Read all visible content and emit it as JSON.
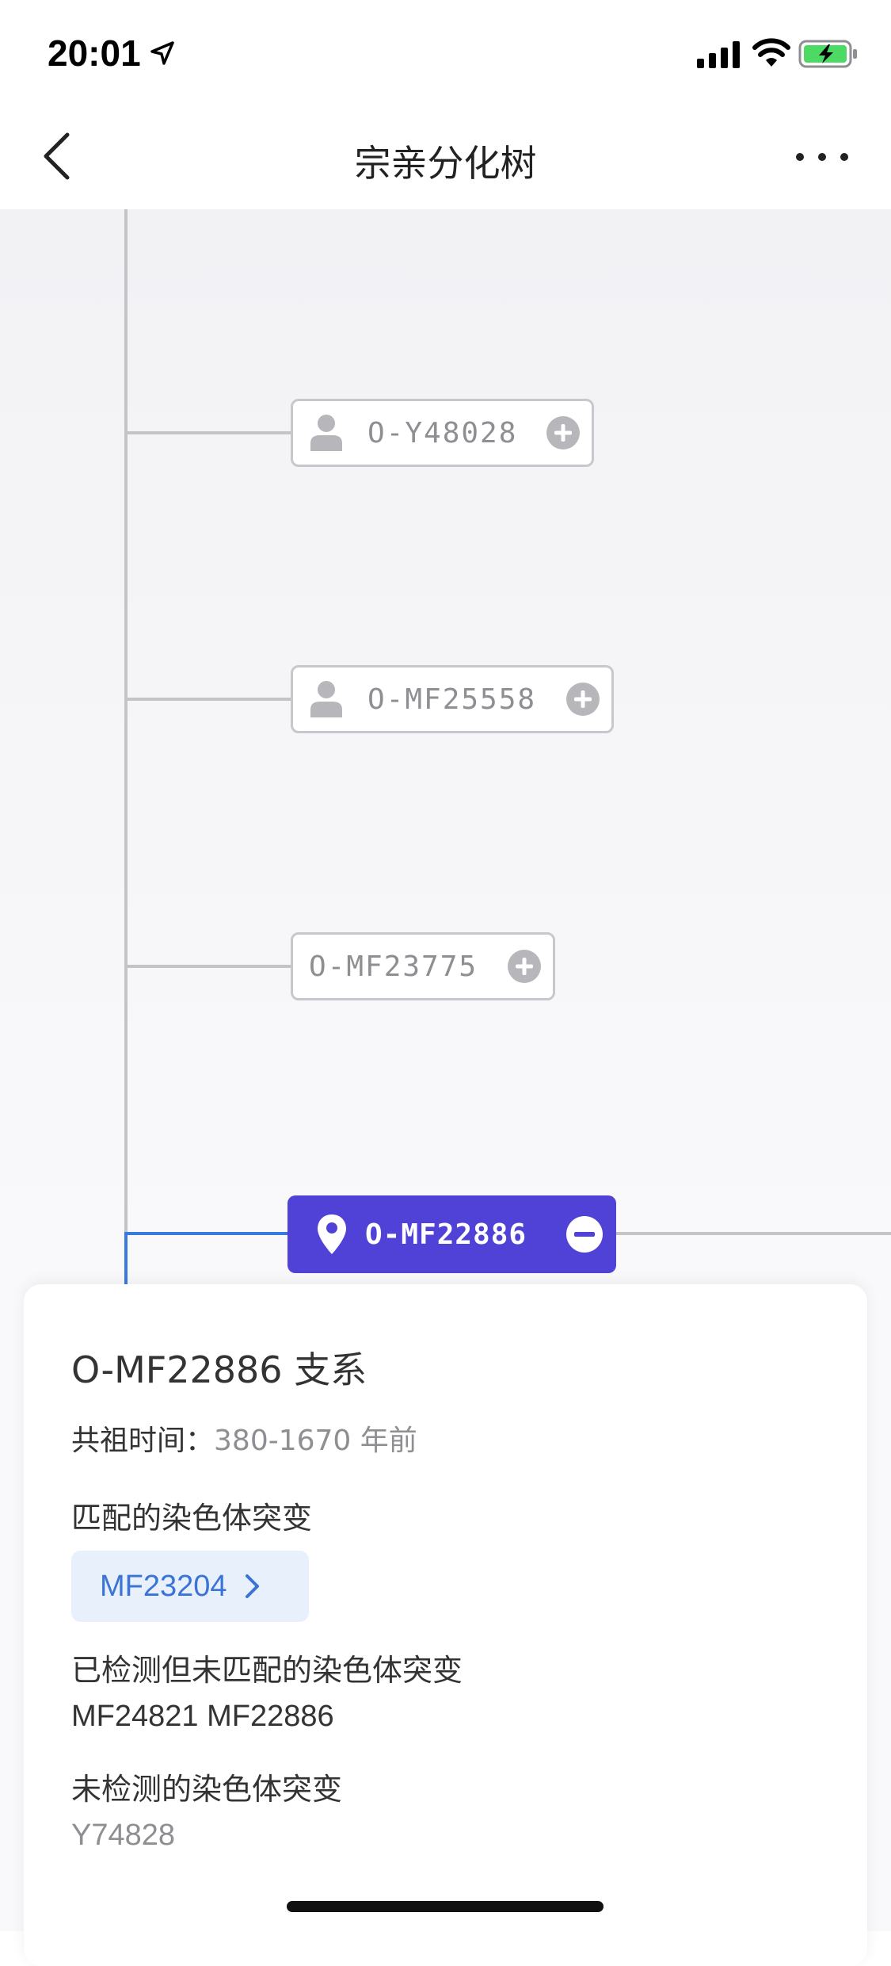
{
  "status_bar": {
    "time": "20:01"
  },
  "nav": {
    "title": "宗亲分化树"
  },
  "tree": {
    "nodes": [
      {
        "label": "O-Y48028",
        "has_person": true
      },
      {
        "label": "O-MF25558",
        "has_person": true
      },
      {
        "label": "O-MF23775",
        "has_person": false
      }
    ],
    "active_node": {
      "label": "O-MF22886"
    }
  },
  "detail": {
    "title": "O-MF22886 支系",
    "tmrca_label": "共祖时间：",
    "tmrca_value": "380-1670 年前",
    "matched_heading": "匹配的染色体突变",
    "matched_chip": "MF23204",
    "tested_unmatched_heading": "已检测但未匹配的染色体突变",
    "tested_unmatched_value": "MF24821 MF22886",
    "untested_heading": "未检测的染色体突变",
    "untested_value": "Y74828"
  },
  "colors": {
    "accent": "#5042d6",
    "link_blue": "#3a74d6",
    "chip_bg": "#e8f0fb",
    "muted": "#8e8e93"
  }
}
